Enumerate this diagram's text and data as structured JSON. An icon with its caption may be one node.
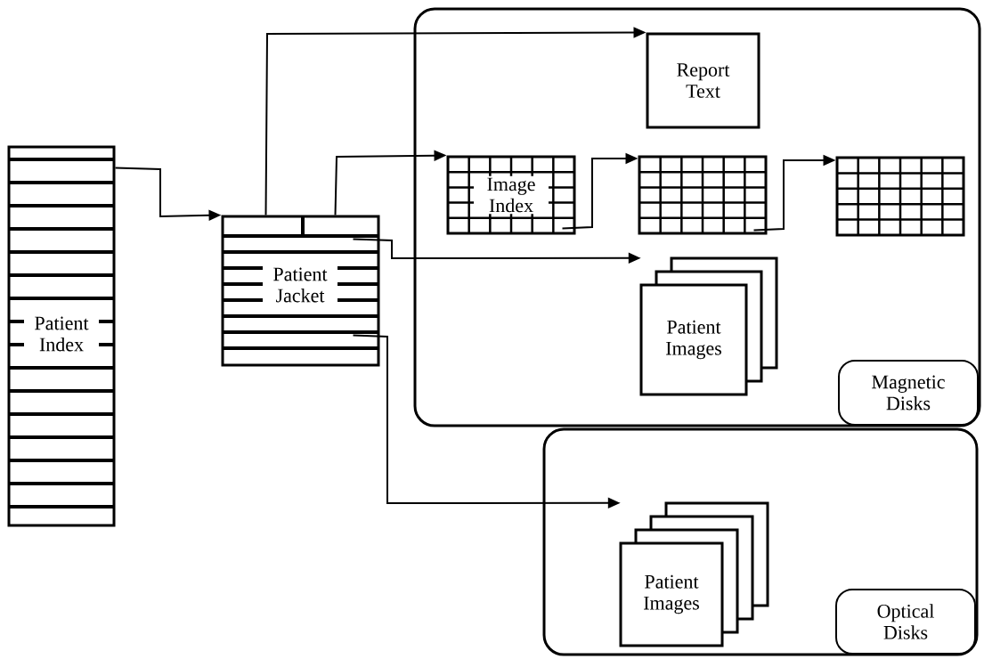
{
  "diagram": {
    "nodes": [
      {
        "text": [
          "Patient Index"
        ]
      },
      {
        "text": [
          "Patient Jacket"
        ]
      },
      {
        "text": [
          "Magnetic Disks"
        ]
      },
      {
        "text": [
          "Report Text"
        ],
        "in": 2
      },
      {
        "text": [
          "Image Index"
        ],
        "in": 2
      },
      {
        "text": [],
        "shape": "grid",
        "in": 2
      },
      {
        "text": [],
        "shape": "grid",
        "in": 2
      },
      {
        "text": [
          "Patient Images"
        ],
        "in": 2
      },
      {
        "text": [
          "Optical Disks"
        ]
      },
      {
        "text": [
          "Patient Images"
        ],
        "in": 8
      }
    ],
    "edges": [
      {
        "from": 0,
        "to": 1,
        "arrow": "to"
      },
      {
        "from": 1,
        "to": 3,
        "arrow": "to"
      },
      {
        "from": 1,
        "to": 4,
        "arrow": "to"
      },
      {
        "from": 1,
        "to": 7,
        "arrow": "to"
      },
      {
        "from": 1,
        "to": 9,
        "arrow": "to"
      },
      {
        "from": 4,
        "to": 5,
        "arrow": "to"
      },
      {
        "from": 5,
        "to": 6,
        "arrow": "to"
      }
    ]
  }
}
